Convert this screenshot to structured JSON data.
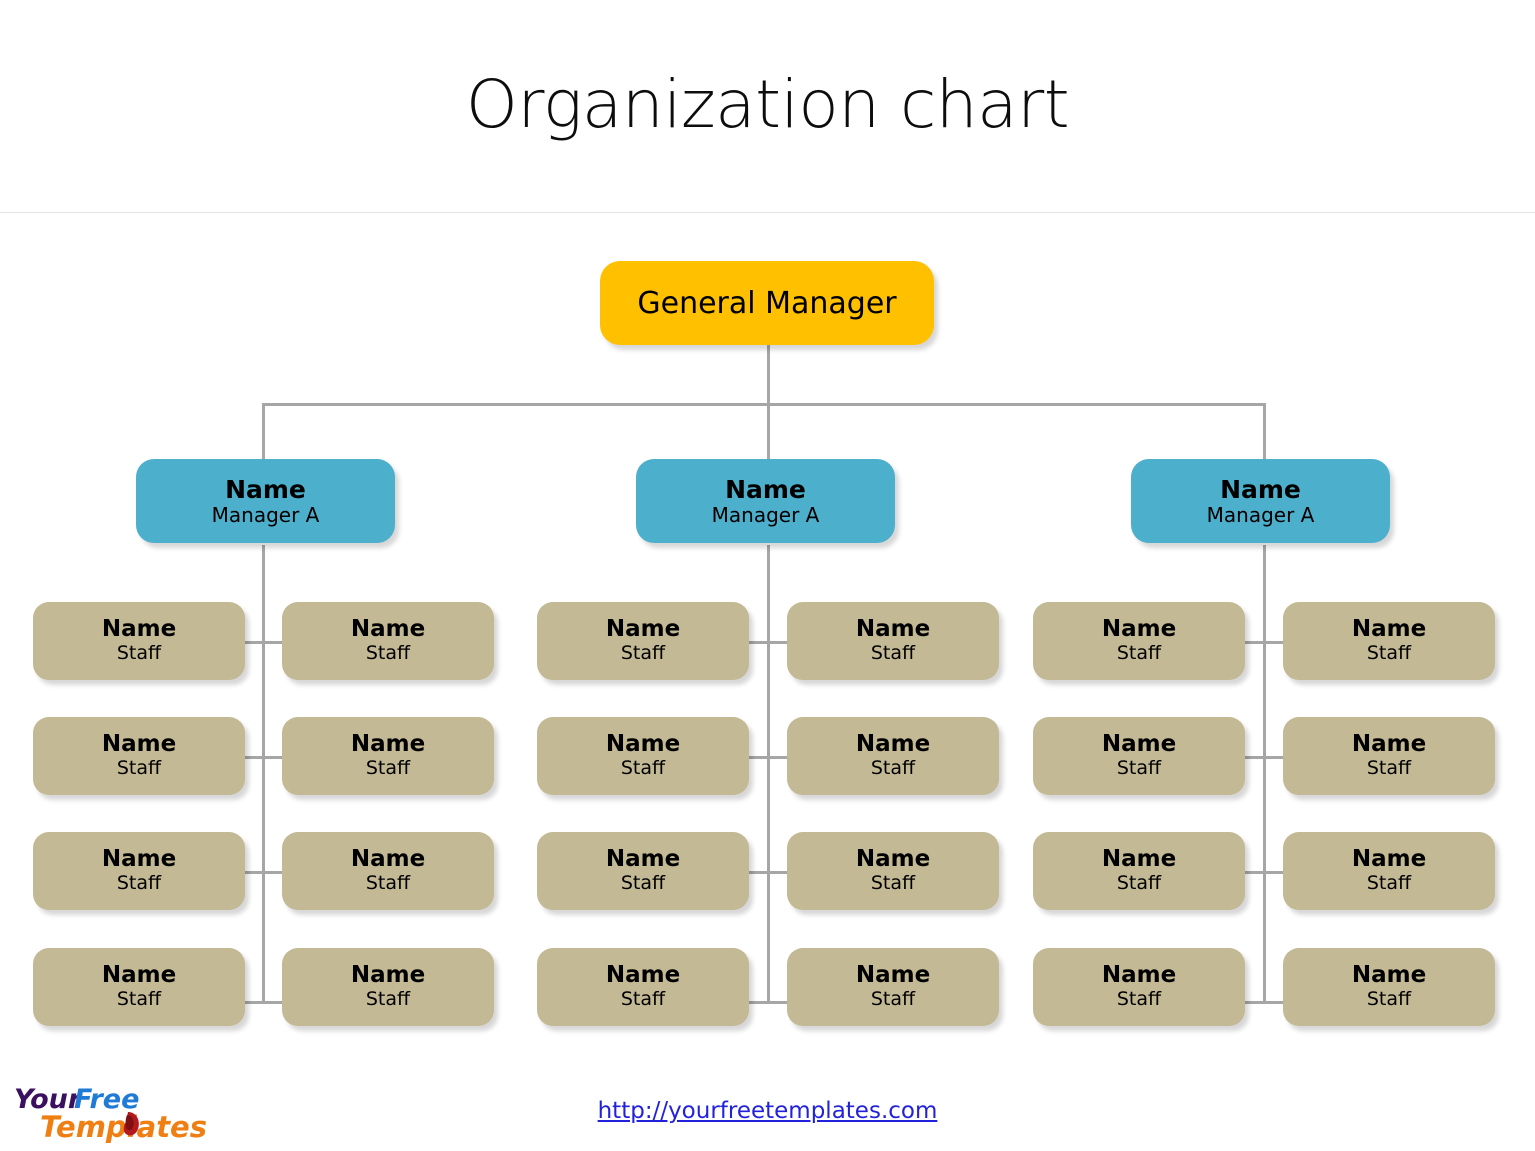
{
  "page": {
    "title": "Organization chart",
    "background_color": "#ffffff",
    "divider_color": "#e2e2e2"
  },
  "colors": {
    "general_manager": "#FFC000",
    "manager": "#4CAFCB",
    "staff": "#C3B995",
    "connector": "#a6a6a6",
    "link": "#2222dd",
    "text": "#000000"
  },
  "chart": {
    "root": {
      "label": "General Manager",
      "level": "general-manager"
    },
    "managers": [
      {
        "name": "Name",
        "role": "Manager A"
      },
      {
        "name": "Name",
        "role": "Manager A"
      },
      {
        "name": "Name",
        "role": "Manager A"
      }
    ],
    "staff_rows_per_manager": 4,
    "staff_columns_per_manager": 2,
    "staff": {
      "name": "Name",
      "role": "Staff"
    },
    "staff_grid": [
      [
        [
          {
            "name": "Name",
            "role": "Staff"
          },
          {
            "name": "Name",
            "role": "Staff"
          }
        ],
        [
          {
            "name": "Name",
            "role": "Staff"
          },
          {
            "name": "Name",
            "role": "Staff"
          }
        ],
        [
          {
            "name": "Name",
            "role": "Staff"
          },
          {
            "name": "Name",
            "role": "Staff"
          }
        ],
        [
          {
            "name": "Name",
            "role": "Staff"
          },
          {
            "name": "Name",
            "role": "Staff"
          }
        ]
      ],
      [
        [
          {
            "name": "Name",
            "role": "Staff"
          },
          {
            "name": "Name",
            "role": "Staff"
          }
        ],
        [
          {
            "name": "Name",
            "role": "Staff"
          },
          {
            "name": "Name",
            "role": "Staff"
          }
        ],
        [
          {
            "name": "Name",
            "role": "Staff"
          },
          {
            "name": "Name",
            "role": "Staff"
          }
        ],
        [
          {
            "name": "Name",
            "role": "Staff"
          },
          {
            "name": "Name",
            "role": "Staff"
          }
        ]
      ],
      [
        [
          {
            "name": "Name",
            "role": "Staff"
          },
          {
            "name": "Name",
            "role": "Staff"
          }
        ],
        [
          {
            "name": "Name",
            "role": "Staff"
          },
          {
            "name": "Name",
            "role": "Staff"
          }
        ],
        [
          {
            "name": "Name",
            "role": "Staff"
          },
          {
            "name": "Name",
            "role": "Staff"
          }
        ],
        [
          {
            "name": "Name",
            "role": "Staff"
          },
          {
            "name": "Name",
            "role": "Staff"
          }
        ]
      ]
    ]
  },
  "footer": {
    "url_text": "http://yourfreetemplates.com",
    "logo": {
      "word1": "Your",
      "word2": "Free",
      "word3": "Templates",
      "word1_color": "#3B1060",
      "word2_color": "#1F7BD6",
      "word3_color": "#F07F13",
      "accent_color": "#B4191E"
    }
  }
}
